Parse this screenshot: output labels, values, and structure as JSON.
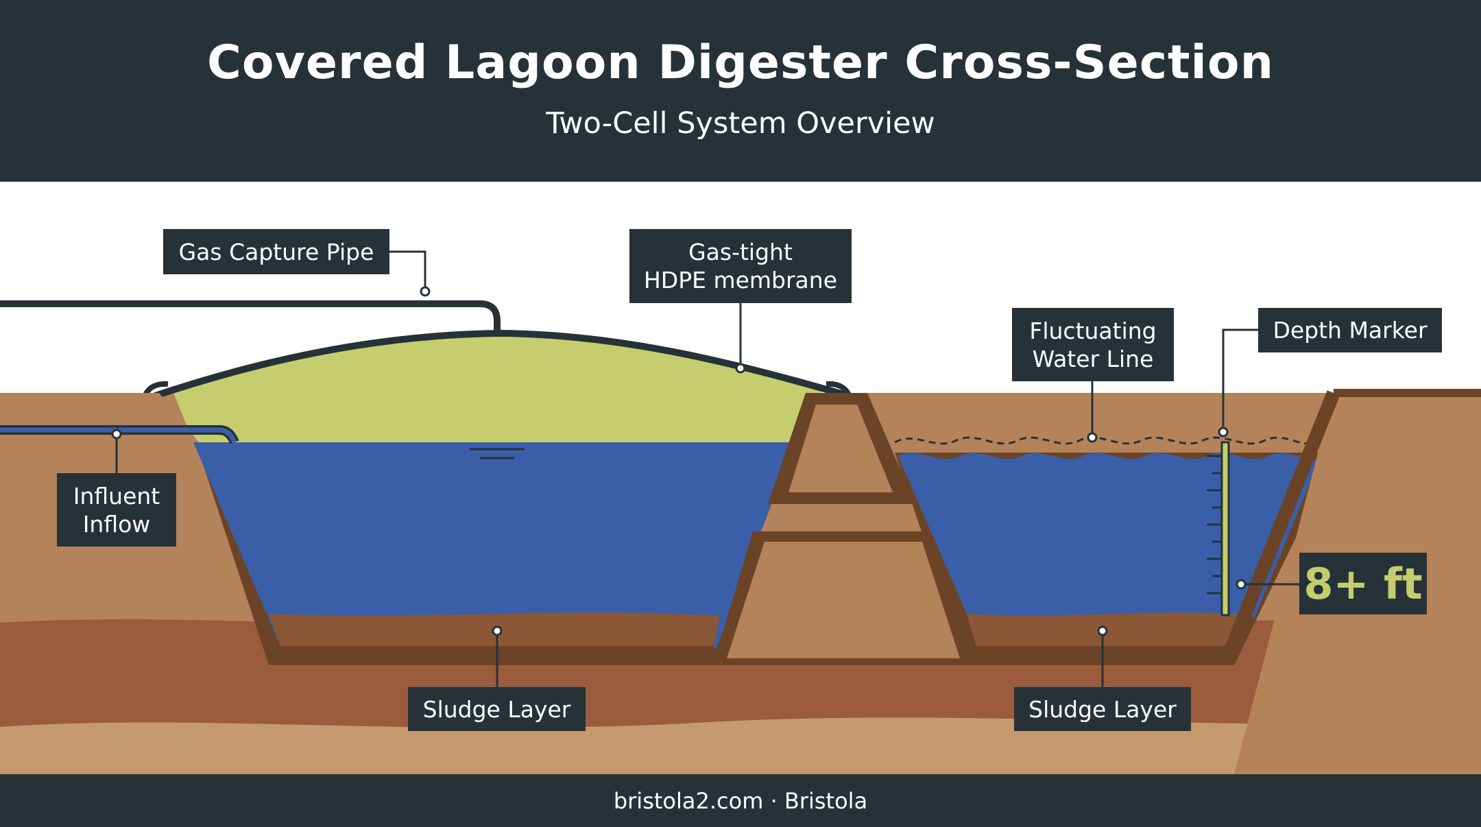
{
  "header": {
    "title": "Covered Lagoon Digester Cross-Section",
    "subtitle": "Two-Cell System Overview"
  },
  "labels": {
    "gas_capture_pipe": "Gas Capture Pipe",
    "membrane_line1": "Gas-tight",
    "membrane_line2": "HDPE membrane",
    "water_line_line1": "Fluctuating",
    "water_line_line2": "Water Line",
    "depth_marker": "Depth Marker",
    "influent_line1": "Influent",
    "influent_line2": "Inflow",
    "sludge_left": "Sludge Layer",
    "sludge_right": "Sludge Layer",
    "depth_value": "8+ ft"
  },
  "footer": {
    "credit": "bristola2.com · Bristola"
  },
  "colors": {
    "dark": "#263238",
    "water": "#3a5fa8",
    "biogas": "#c5cd6e",
    "soil_light": "#b5835a",
    "soil_dark": "#9a5c3c",
    "berm_outline": "#6b4428"
  }
}
